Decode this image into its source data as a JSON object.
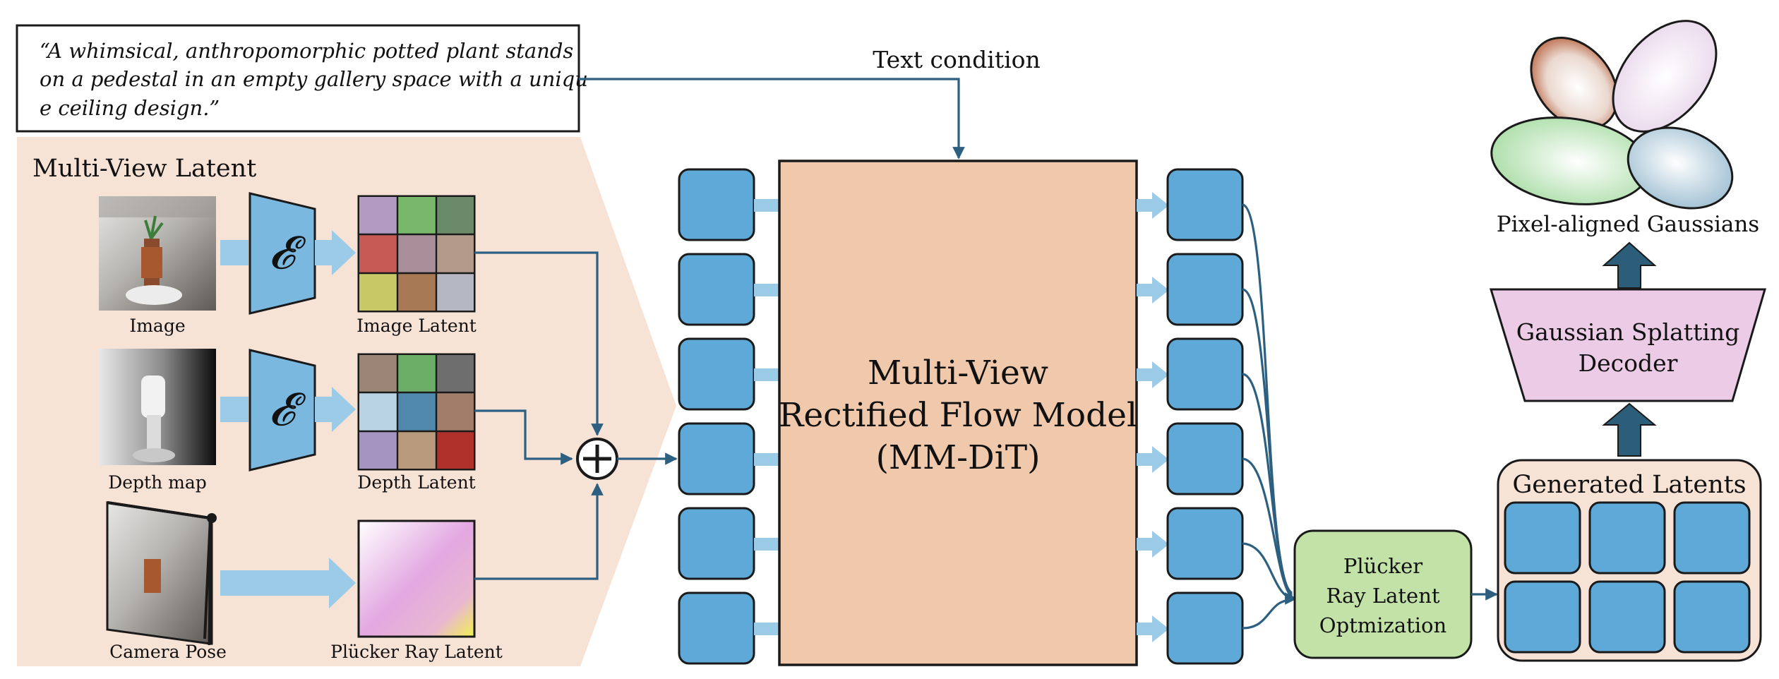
{
  "prompt": {
    "lines": [
      "“A whimsical, anthropomorphic potted plant stands",
      "on a pedestal in an empty gallery space with a uniqu",
      "e ceiling design.”"
    ]
  },
  "text_condition_label": "Text condition",
  "multi_view_latent": {
    "title": "Multi-View Latent",
    "encoder_symbol": "𝓔",
    "inputs": [
      {
        "label": "Image",
        "latent_label": "Image Latent"
      },
      {
        "label": "Depth map",
        "latent_label": "Depth Latent"
      },
      {
        "label": "Camera Pose",
        "latent_label": "Plücker Ray Latent"
      }
    ]
  },
  "flow_model": {
    "lines": [
      "Multi-View",
      "Rectified Flow Model",
      "(MM-DiT)"
    ]
  },
  "optimization": {
    "lines": [
      "Plücker",
      "Ray Latent",
      "Optmization"
    ]
  },
  "generated_latents": {
    "title": "Generated Latents"
  },
  "decoder": {
    "lines": [
      "Gaussian Splatting",
      "Decoder"
    ]
  },
  "gaussians": {
    "label": "Pixel-aligned Gaussians"
  },
  "colors": {
    "token_blue": "#5fa9d9",
    "arrow_light": "#9ccbe8",
    "connector": "#2d5f80",
    "panel_peach": "#f7e2d6",
    "flow_box": "#f0c8ac",
    "optim_green": "#c3e2a7",
    "decoder_pink": "#eccbe6",
    "thick_arrow": "#2c5e79"
  },
  "icons": [
    "encoder-trapezoid-icon",
    "plus-circle-icon",
    "camera-frustum-icon"
  ]
}
